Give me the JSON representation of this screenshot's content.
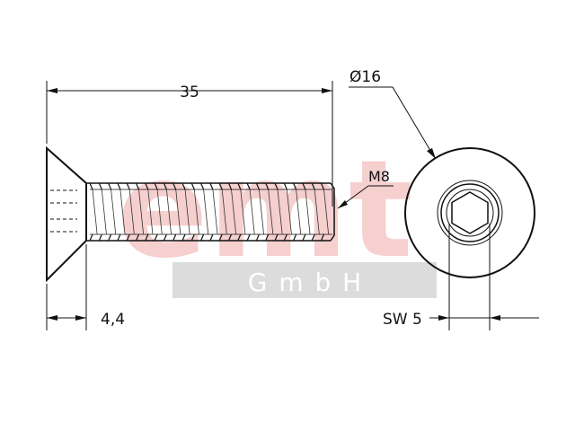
{
  "watermark": {
    "brand": "emt",
    "company": "G m b H",
    "brand_color": "#f4c9c9",
    "band_color": "#dcdcdc"
  },
  "dimensions": {
    "length": "35",
    "head_height": "4,4",
    "thread": "M8",
    "head_diameter": "Ø16",
    "wrench_size": "SW 5"
  },
  "colors": {
    "line": "#111111"
  }
}
